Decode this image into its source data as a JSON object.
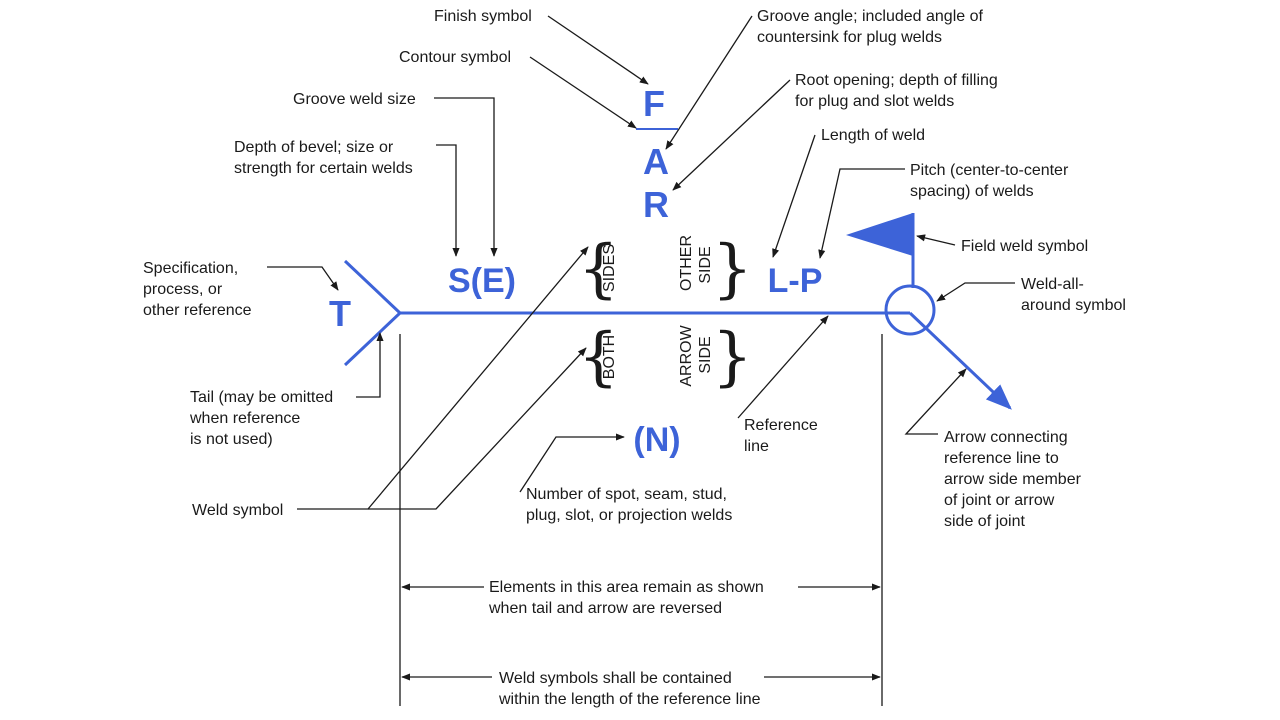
{
  "symbols": {
    "finish": "F",
    "groove_angle": "A",
    "root_opening": "R",
    "depth_size": "S(E)",
    "length_pitch": "L-P",
    "specification": "T",
    "number": "(N)"
  },
  "side_labels": {
    "sides": "SIDES",
    "other": "OTHER",
    "other_side": "SIDE",
    "both": "BOTH",
    "arrow": "ARROW",
    "arrow_side": "SIDE"
  },
  "labels": {
    "finish_symbol": "Finish symbol",
    "contour_symbol": "Contour symbol",
    "groove_weld_size": "Groove weld size",
    "depth_of_bevel": [
      "Depth of bevel;  size or",
      "strength for certain welds"
    ],
    "groove_angle": [
      "Groove angle; included angle of",
      "countersink for plug welds"
    ],
    "root_opening": [
      "Root opening; depth of filling",
      "for plug and slot welds"
    ],
    "length_of_weld": "Length of weld",
    "pitch": [
      "Pitch (center-to-center",
      "spacing) of welds"
    ],
    "field_weld_symbol": "Field weld symbol",
    "weld_all_around": [
      "Weld-all-",
      "around symbol"
    ],
    "specification": [
      "Specification,",
      "process, or",
      "other reference"
    ],
    "tail": [
      "Tail (may be omitted",
      "when reference",
      "is not used)"
    ],
    "weld_symbol": "Weld symbol",
    "number_of_welds": [
      "Number of spot, seam, stud,",
      "plug, slot, or projection welds"
    ],
    "reference_line": [
      "Reference",
      "line"
    ],
    "arrow_connecting": [
      "Arrow connecting",
      "reference line to",
      "arrow side member",
      "of joint or arrow",
      "side of joint"
    ],
    "elements_area": [
      "Elements in this area remain as shown",
      "when tail and arrow are reversed"
    ],
    "contained": [
      "Weld symbols shall be contained",
      "within the length of the reference line"
    ]
  },
  "colors": {
    "symbol_blue": "#3d63d8",
    "text": "#1a1a1a"
  }
}
